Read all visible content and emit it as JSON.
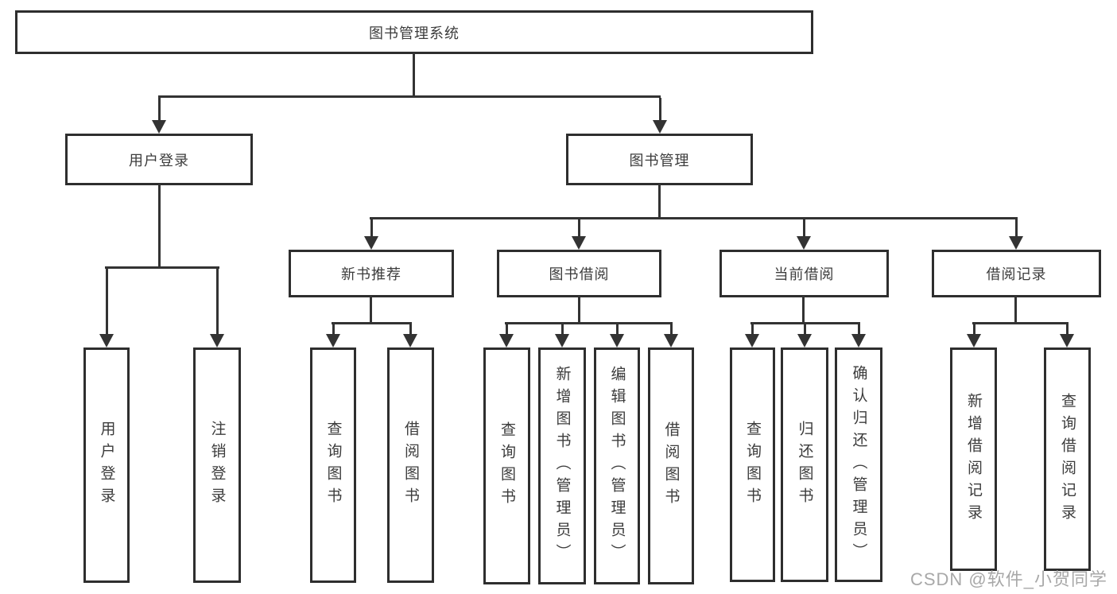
{
  "diagram": {
    "root": "图书管理系统",
    "level2": {
      "user": "用户登录",
      "mgmt": "图书管理"
    },
    "level3": {
      "recommend": "新书推荐",
      "borrow": "图书借阅",
      "current": "当前借阅",
      "records": "借阅记录"
    },
    "leaves": {
      "user": [
        "用户登录",
        "注销登录"
      ],
      "recommend": [
        "查询图书",
        "借阅图书"
      ],
      "borrow": [
        "查询图书",
        "新增图书（管理员）",
        "编辑图书（管理员）",
        "借阅图书"
      ],
      "current": [
        "查询图书",
        "归还图书",
        "确认归还（管理员）"
      ],
      "records": [
        "新增借阅记录",
        "查询借阅记录"
      ]
    },
    "watermark": "CSDN @软件_小贺同学",
    "colors": {
      "line": "#333333",
      "border": "#2e2e2e",
      "text": "#3c3c3c",
      "watermark": "#a8a8a8"
    }
  }
}
